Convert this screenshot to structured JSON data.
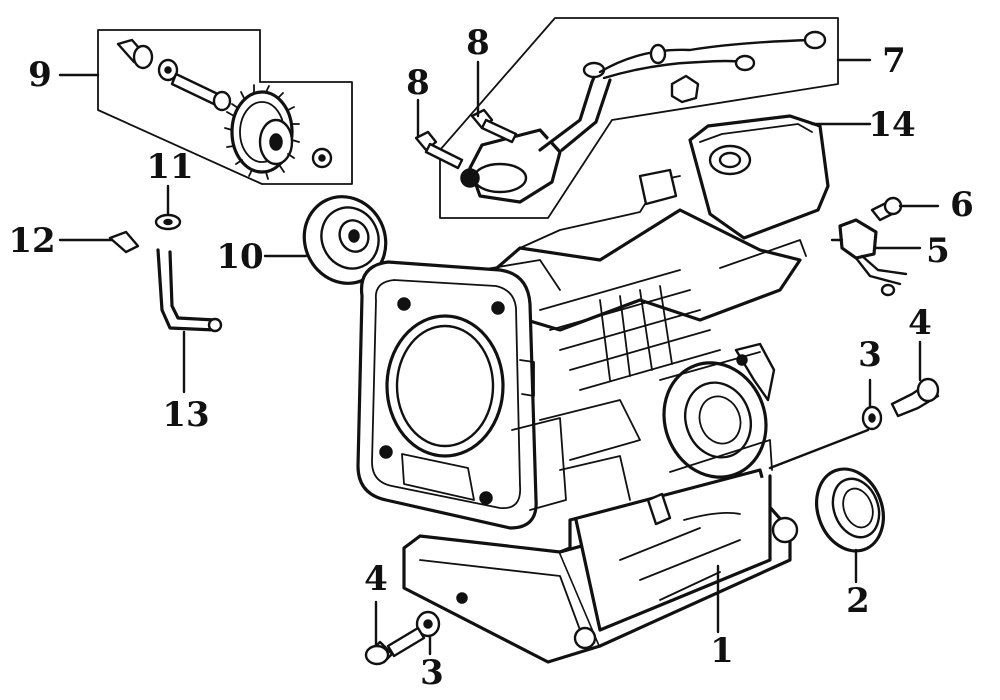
{
  "diagram": {
    "callouts": [
      {
        "id": "1",
        "text": "1"
      },
      {
        "id": "2",
        "text": "2"
      },
      {
        "id": "3a",
        "text": "3"
      },
      {
        "id": "3b",
        "text": "3"
      },
      {
        "id": "4a",
        "text": "4"
      },
      {
        "id": "4b",
        "text": "4"
      },
      {
        "id": "5",
        "text": "5"
      },
      {
        "id": "6",
        "text": "6"
      },
      {
        "id": "7",
        "text": "7"
      },
      {
        "id": "8a",
        "text": "8"
      },
      {
        "id": "8b",
        "text": "8"
      },
      {
        "id": "9",
        "text": "9"
      },
      {
        "id": "10",
        "text": "10"
      },
      {
        "id": "11",
        "text": "11"
      },
      {
        "id": "12",
        "text": "12"
      },
      {
        "id": "13",
        "text": "13"
      },
      {
        "id": "14",
        "text": "14"
      }
    ]
  }
}
